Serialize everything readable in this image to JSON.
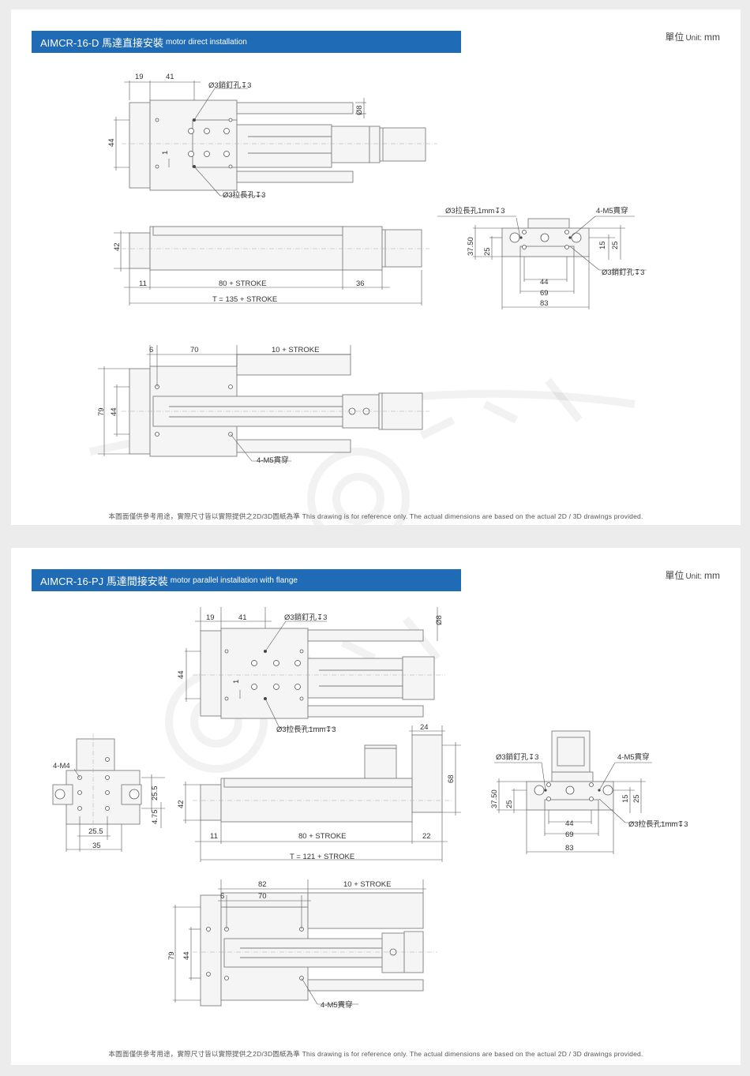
{
  "panels": [
    {
      "title": "AIMCR-16-D 馬達直接安裝",
      "subtitle": "motor direct installation",
      "unit_label": "單位",
      "unit_en": "Unit:",
      "unit_value": "mm",
      "footnote": "本圖面僅供參考用途，實際尺寸皆以實際提供之2D/3D圖紙為準 This drawing is for reference only. The actual dimensions are based on the actual 2D / 3D drawings provided.",
      "labels": {
        "top_19": "19",
        "top_41": "41",
        "pin_hole": "Ø3銷釘孔↧3",
        "rod_dia": "Ø8",
        "h_44": "44",
        "gap_1": "1",
        "slot": "Ø3拉長孔↧3",
        "h_42": "42",
        "d_11": "11",
        "stroke": "80 + STROKE",
        "d_36": "36",
        "total": "T = 135 + STROKE",
        "end_slot": "Ø3拉長孔1mm↧3",
        "end_m5": "4-M5貫穿",
        "end_3750": "37.50",
        "end_25": "25",
        "end_15": "15",
        "end_25b": "25",
        "end_pin": "Ø3銷釘孔↧3",
        "end_44": "44",
        "end_69": "69",
        "end_83": "83",
        "bot_6": "6",
        "bot_70": "70",
        "bot_stroke": "10 + STROKE",
        "bot_79": "79",
        "bot_44": "44",
        "bot_m5": "4-M5貫穿"
      }
    },
    {
      "title": "AIMCR-16-PJ 馬達間接安裝",
      "subtitle": "motor parallel installation with flange",
      "unit_label": "單位",
      "unit_en": "Unit:",
      "unit_value": "mm",
      "footnote": "本圖面僅供參考用途，實際尺寸皆以實際提供之2D/3D圖紙為準 This drawing is for reference only. The actual dimensions are based on the actual 2D / 3D drawings provided.",
      "labels": {
        "top_19": "19",
        "top_41": "41",
        "pin_hole": "Ø3銷釘孔↧3",
        "rod_dia": "Ø8",
        "h_44": "44",
        "gap_1": "1",
        "slot": "Ø3拉長孔1mm↧3",
        "d_24": "24",
        "h_68": "68",
        "h_42": "42",
        "d_11": "11",
        "stroke": "80 + STROKE",
        "d_22": "22",
        "total": "T = 121 + STROKE",
        "side_m4": "4-M4",
        "side_255": "25.5",
        "side_475": "4.75",
        "side_255b": "25.5",
        "side_35": "35",
        "end_pin": "Ø3銷釘孔↧3",
        "end_m5": "4-M5貫穿",
        "end_3750": "37.50",
        "end_25": "25",
        "end_15": "15",
        "end_25b": "25",
        "end_slot": "Ø3拉長孔1mm↧3",
        "end_44": "44",
        "end_69": "69",
        "end_83": "83",
        "bot_82": "82",
        "bot_6": "6",
        "bot_70": "70",
        "bot_stroke": "10 + STROKE",
        "bot_79": "79",
        "bot_44": "44",
        "bot_m5": "4-M5貫穿"
      }
    }
  ]
}
